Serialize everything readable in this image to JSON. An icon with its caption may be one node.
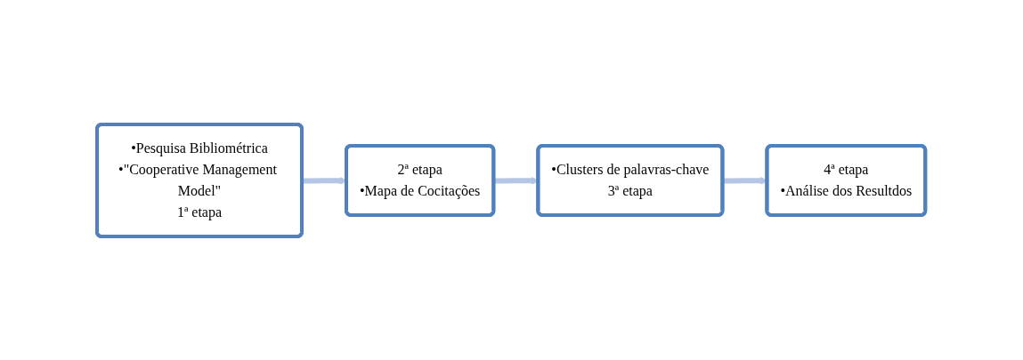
{
  "diagram": {
    "nodes": [
      {
        "text": [
          "•Pesquisa Bibliométrica",
          "•\"Cooperative Management Model\"",
          "1ª etapa"
        ]
      },
      {
        "text": [
          "2ª etapa",
          "•Mapa de Cocitações"
        ]
      },
      {
        "text": [
          "•Clusters de palavras-chave",
          "3ª etapa"
        ]
      },
      {
        "text": [
          "4ª etapa",
          "•Análise dos Resultdos"
        ]
      }
    ],
    "edges": [
      {
        "from": 0,
        "to": 1,
        "arrow": "to"
      },
      {
        "from": 1,
        "to": 2,
        "arrow": "to"
      },
      {
        "from": 2,
        "to": 3,
        "arrow": "to"
      }
    ]
  }
}
